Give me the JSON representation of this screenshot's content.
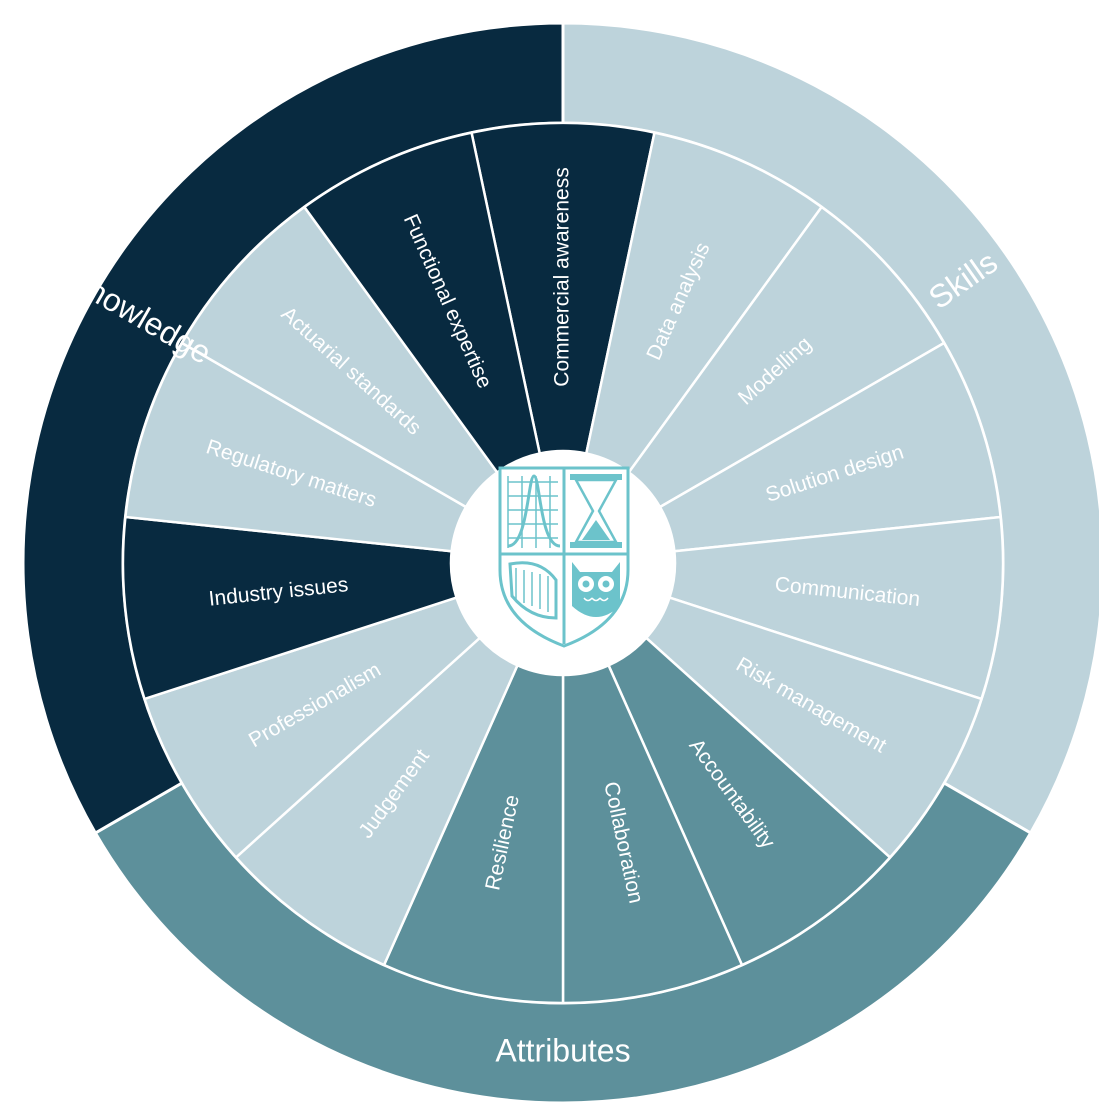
{
  "colors": {
    "knowledge": "#082a40",
    "skills": "#bdd3db",
    "attributes": "#5d909b",
    "divider": "#ffffff",
    "center": "#ffffff",
    "emblem": "#6cc3cb"
  },
  "categories": {
    "knowledge": "Knowledge",
    "skills": "Skills",
    "attributes": "Attributes"
  },
  "segments": [
    {
      "label": "Commercial awareness",
      "group": "knowledge"
    },
    {
      "label": "Data analysis",
      "group": "skills"
    },
    {
      "label": "Modelling",
      "group": "skills"
    },
    {
      "label": "Solution design",
      "group": "skills"
    },
    {
      "label": "Communication",
      "group": "skills"
    },
    {
      "label": "Risk management",
      "group": "skills"
    },
    {
      "label": "Accountability",
      "group": "attributes"
    },
    {
      "label": "Collaboration",
      "group": "attributes"
    },
    {
      "label": "Resilience",
      "group": "attributes"
    },
    {
      "label": "Judgement",
      "group": "skills"
    },
    {
      "label": "Professionalism",
      "group": "skills"
    },
    {
      "label": "Industry issues",
      "group": "knowledge"
    },
    {
      "label": "Regulatory matters",
      "group": "skills"
    },
    {
      "label": "Actuarial standards",
      "group": "skills"
    },
    {
      "label": "Functional expertise",
      "group": "knowledge"
    }
  ],
  "emblem_icons": [
    "bell-curve-chart-icon",
    "hourglass-icon",
    "harp-icon",
    "owl-icon"
  ]
}
